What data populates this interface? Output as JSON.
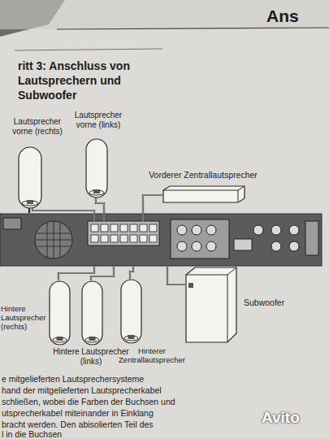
{
  "diagram": {
    "title": "ritt 3: Anschluss von Lautsprechern und Subwoofer",
    "nodes": [
      {
        "text": [
          "Lautsprecher vorne (rechts)"
        ]
      },
      {
        "text": [
          "Lautsprecher vorne (links)"
        ]
      },
      {
        "text": [
          "Vorderer Zentrallautsprecher"
        ]
      },
      {
        "text": [
          "Hintere Lautsprecher (rechts)"
        ]
      },
      {
        "text": [
          "Hintere Lautsprecher (links)"
        ]
      },
      {
        "text": [
          "Hinterer Zentrallautsprecher"
        ]
      },
      {
        "text": [
          "Subwoofer"
        ]
      }
    ],
    "labels": [
      "Ans",
      "e mitgelieferten Lautsprechersysteme",
      "hand der mitgelieferten Lautsprecherkabel",
      "schließen, wobei die Farben der Buchsen und",
      "utsprecherkabel miteinander in Einklang",
      "bracht werden. Den abisolierten Teil des",
      "l in die Buchsen",
      "Avito"
    ]
  }
}
